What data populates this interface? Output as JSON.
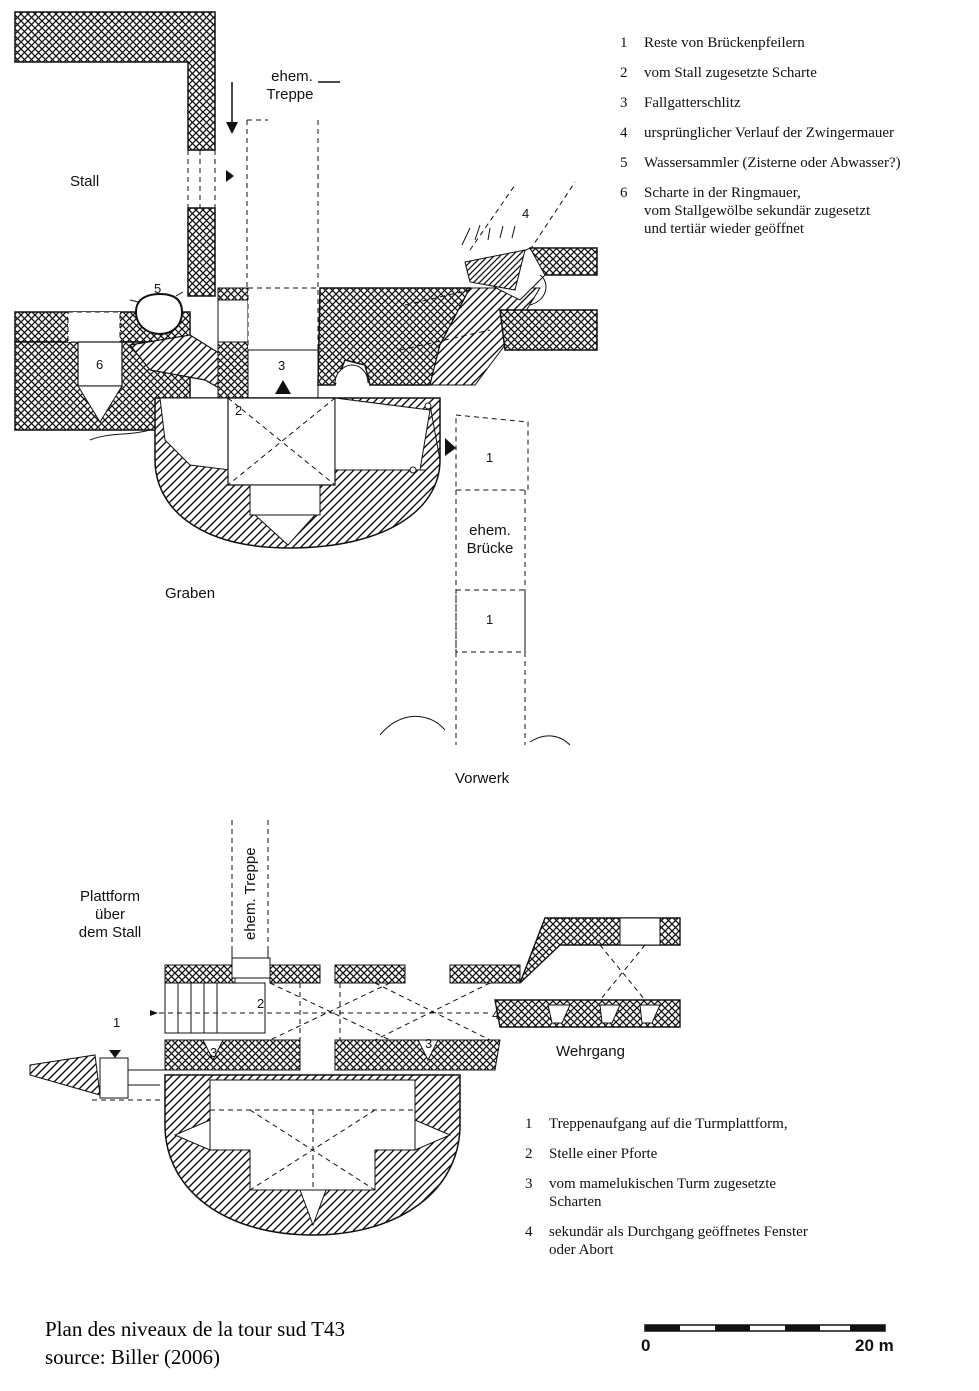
{
  "legend_top": [
    {
      "n": "1",
      "text": "Reste von Brückenpfeilern"
    },
    {
      "n": "2",
      "text": "vom Stall zugesetzte Scharte"
    },
    {
      "n": "3",
      "text": "Fallgatterschlitz"
    },
    {
      "n": "4",
      "text": "ursprünglicher Verlauf der Zwingermauer"
    },
    {
      "n": "5",
      "text": "Wassersammler (Zisterne oder Abwasser?)"
    },
    {
      "n": "6",
      "text": "Scharte in der Ringmauer,\nvom Stallgewölbe sekundär zugesetzt\nund tertiär wieder geöffnet"
    }
  ],
  "legend_bottom": [
    {
      "n": "1",
      "text": "Treppenaufgang auf die Turmplattform,"
    },
    {
      "n": "2",
      "text": "Stelle einer Pforte"
    },
    {
      "n": "3",
      "text": "vom mamelukischen Turm zugesetzte\nScharten"
    },
    {
      "n": "4",
      "text": "sekundär als Durchgang geöffnetes Fenster\noder Abort"
    }
  ],
  "labels": {
    "stall": "Stall",
    "ehem_treppe_1": "ehem.",
    "ehem_treppe_2": "Treppe",
    "graben": "Graben",
    "ehem_bruecke_1": "ehem.",
    "ehem_bruecke_2": "Brücke",
    "vorwerk": "Vorwerk",
    "plattform_1": "Plattform",
    "plattform_2": "über",
    "plattform_3": "dem Stall",
    "ehem_treppe_vertical": "ehem. Treppe",
    "wehrgang": "Wehrgang"
  },
  "plan_numbers_top": {
    "n1a": "1",
    "n1b": "1",
    "n2": "2",
    "n3": "3",
    "n4": "4",
    "n5": "5",
    "n6": "6"
  },
  "plan_numbers_bottom": {
    "n1": "1",
    "n2": "2",
    "n3a": "3",
    "n3b": "3",
    "n4": "4"
  },
  "scale": {
    "start": "0",
    "end": "20 m"
  },
  "caption": {
    "line1": "Plan des niveaux de la tour sud T43",
    "line2": "source: Biller (2006)"
  }
}
